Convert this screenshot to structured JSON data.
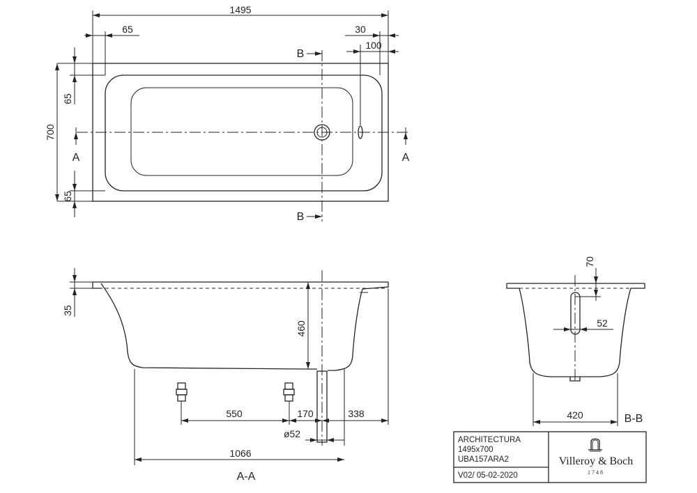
{
  "plan": {
    "overall_length": "1495",
    "left_offset": "65",
    "right_offset_a": "30",
    "right_offset_b": "100",
    "width": "700",
    "rim_top": "65",
    "rim_bottom": "65",
    "section_a_left": "A",
    "section_a_right": "A",
    "section_b_top": "B",
    "section_b_bottom": "B"
  },
  "section_aa": {
    "rim_height": "35",
    "depth": "460",
    "foot_spacing": "550",
    "waste_offset": "170",
    "end_offset": "338",
    "waste_diameter": "ø52",
    "foot_span": "1066",
    "label": "A-A"
  },
  "section_bb": {
    "top_offset": "70",
    "overflow_diameter": "52",
    "foot_width": "420",
    "label": "B-B"
  },
  "title_block": {
    "series": "ARCHITECTURA",
    "size": "1495x700",
    "code": "UBA157ARA2",
    "version": "V02/ 05-02-2020",
    "brand": "Villeroy & Boch",
    "brand_year": "1748"
  }
}
